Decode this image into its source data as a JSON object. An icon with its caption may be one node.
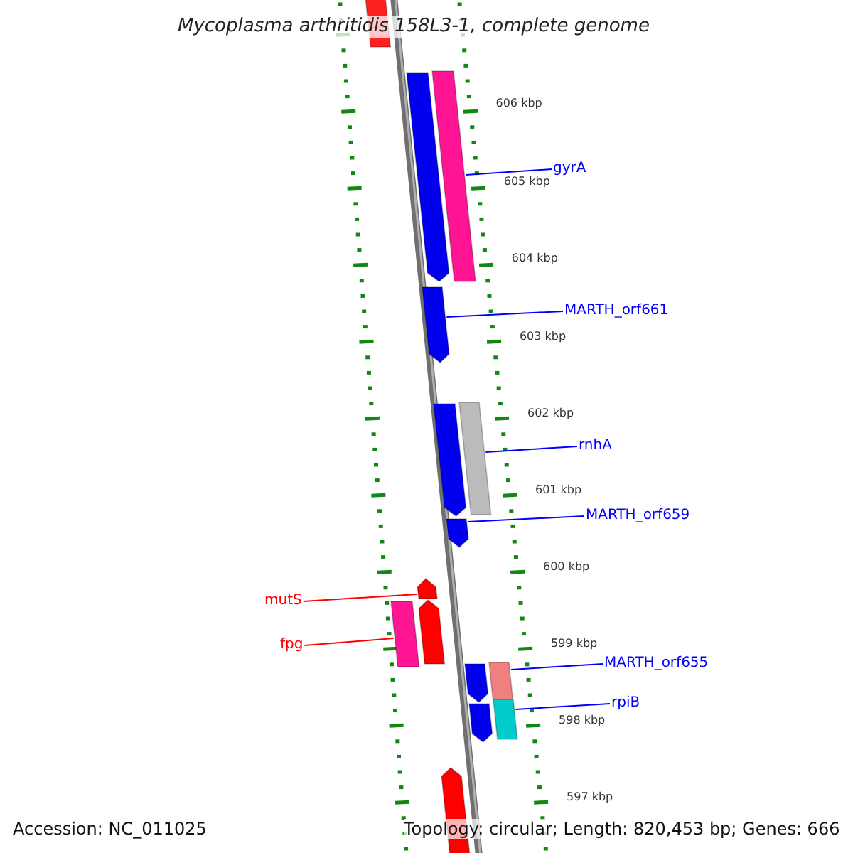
{
  "diagram": {
    "title": "Mycoplasma arthritidis 158L3-1, complete genome",
    "nodes": [
      {
        "text": [
          "gyrA"
        ]
      },
      {
        "text": [],
        "shape": "bar"
      },
      {
        "text": [
          "MARTH_orf661"
        ]
      },
      {
        "text": [],
        "shape": "arrow"
      },
      {
        "text": [
          "rnhA"
        ]
      },
      {
        "text": [],
        "shape": "bar"
      },
      {
        "text": [
          "MARTH_orf659"
        ]
      },
      {
        "text": [],
        "shape": "arrow"
      },
      {
        "text": [
          "mutS"
        ]
      },
      {
        "text": [],
        "shape": "arrow"
      },
      {
        "text": [
          "fpg"
        ]
      },
      {
        "text": [],
        "shape": "bar"
      },
      {
        "text": [
          "MARTH_orf655"
        ]
      },
      {
        "text": [],
        "shape": "bar"
      },
      {
        "text": [
          "rpiB"
        ]
      },
      {
        "text": [],
        "shape": "bar"
      },
      {
        "text": [],
        "shape": "bar"
      },
      {
        "text": [],
        "shape": "arrow"
      },
      {
        "text": [],
        "shape": "arrow"
      },
      {
        "text": [],
        "shape": "arrow"
      },
      {
        "text": [],
        "shape": "arrow"
      },
      {
        "text": [],
        "shape": "arrow"
      },
      {
        "text": [],
        "shape": "arrow"
      }
    ],
    "edges": [
      {
        "from": 0,
        "to": 1,
        "arrow": "none"
      },
      {
        "from": 2,
        "to": 3,
        "arrow": "none"
      },
      {
        "from": 4,
        "to": 5,
        "arrow": "none"
      },
      {
        "from": 6,
        "to": 7,
        "arrow": "none"
      },
      {
        "from": 8,
        "to": 9,
        "arrow": "none",
        "color": "#ff0000"
      },
      {
        "from": 10,
        "to": 11,
        "arrow": "none",
        "color": "#ff0000"
      },
      {
        "from": 12,
        "to": 13,
        "arrow": "none"
      },
      {
        "from": 14,
        "to": 15,
        "arrow": "none"
      }
    ],
    "labels": [
      "606 kbp",
      "605 kbp",
      "604 kbp",
      "603 kbp",
      "602 kbp",
      "601 kbp",
      "600 kbp",
      "599 kbp",
      "598 kbp",
      "597 kbp",
      "Accession: NC_011025",
      "Topology: circular; Length: 820,453 bp; Genes: 666"
    ]
  }
}
